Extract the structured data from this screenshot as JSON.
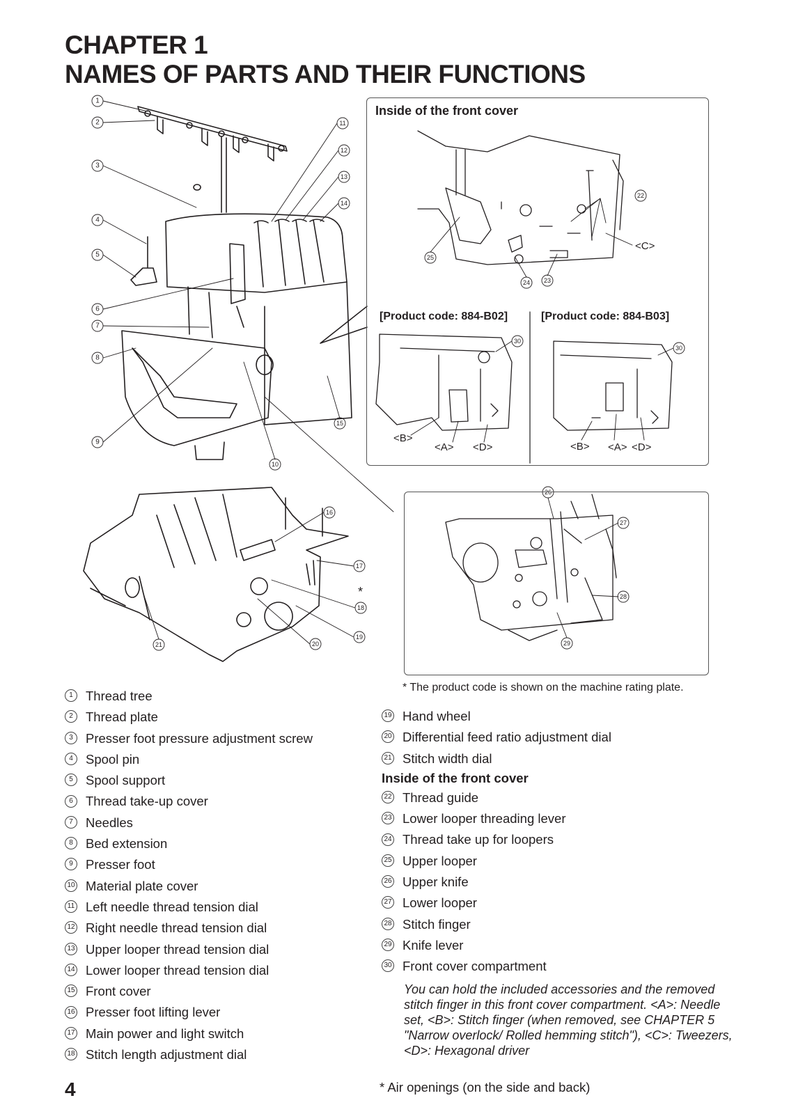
{
  "chapter": {
    "line1": "CHAPTER 1",
    "line2": "NAMES OF PARTS AND THEIR FUNCTIONS"
  },
  "diagram": {
    "box_title": "Inside of the front cover",
    "code_b02": "[Product code: 884-B02]",
    "code_b03": "[Product code: 884-B03]",
    "label_a": "<A>",
    "label_b": "<B>",
    "label_c": "<C>",
    "label_d": "<D>",
    "star": "*",
    "callouts": [
      "①",
      "②",
      "③",
      "④",
      "⑤",
      "⑥",
      "⑦",
      "⑧",
      "⑨",
      "⑩",
      "⑪",
      "⑫",
      "⑬",
      "⑭",
      "⑮",
      "⑯",
      "⑰",
      "⑱",
      "⑲",
      "⑳",
      "㉑",
      "㉒",
      "㉓",
      "㉔",
      "㉕",
      "㉖",
      "㉗",
      "㉘",
      "㉙",
      "㉚"
    ]
  },
  "product_code_note": "* The product code is shown on the machine rating plate.",
  "parts_left": [
    {
      "num": "1",
      "name": "Thread tree"
    },
    {
      "num": "2",
      "name": "Thread plate"
    },
    {
      "num": "3",
      "name": "Presser foot pressure adjustment screw"
    },
    {
      "num": "4",
      "name": "Spool pin"
    },
    {
      "num": "5",
      "name": "Spool support"
    },
    {
      "num": "6",
      "name": "Thread take-up cover"
    },
    {
      "num": "7",
      "name": "Needles"
    },
    {
      "num": "8",
      "name": "Bed extension"
    },
    {
      "num": "9",
      "name": "Presser foot"
    },
    {
      "num": "10",
      "name": "Material plate cover"
    },
    {
      "num": "11",
      "name": "Left needle thread tension dial"
    },
    {
      "num": "12",
      "name": "Right needle thread tension dial"
    },
    {
      "num": "13",
      "name": "Upper looper thread tension dial"
    },
    {
      "num": "14",
      "name": "Lower looper thread tension dial"
    },
    {
      "num": "15",
      "name": "Front cover"
    },
    {
      "num": "16",
      "name": "Presser foot lifting lever"
    },
    {
      "num": "17",
      "name": "Main power and light switch"
    },
    {
      "num": "18",
      "name": "Stitch length adjustment dial"
    }
  ],
  "parts_right_a": [
    {
      "num": "19",
      "name": "Hand wheel"
    },
    {
      "num": "20",
      "name": "Differential feed ratio adjustment dial"
    },
    {
      "num": "21",
      "name": "Stitch width dial"
    }
  ],
  "inside_heading": "Inside of the front cover",
  "parts_right_b": [
    {
      "num": "22",
      "name": "Thread guide"
    },
    {
      "num": "23",
      "name": "Lower looper threading lever"
    },
    {
      "num": "24",
      "name": "Thread take up for loopers"
    },
    {
      "num": "25",
      "name": "Upper looper"
    },
    {
      "num": "26",
      "name": "Upper knife"
    },
    {
      "num": "27",
      "name": "Lower looper"
    },
    {
      "num": "28",
      "name": "Stitch finger"
    },
    {
      "num": "29",
      "name": "Knife lever"
    },
    {
      "num": "30",
      "name": "Front cover compartment"
    }
  ],
  "compartment_desc": "You can hold the included accessories and the removed stitch finger in this front cover compartment. <A>: Needle set, <B>: Stitch finger (when removed, see CHAPTER 5 \"Narrow overlock/ Rolled hemming stitch\"), <C>:  Tweezers, <D>:  Hexagonal driver",
  "air_note": "*  Air openings (on the side and back)",
  "page_number": "4"
}
